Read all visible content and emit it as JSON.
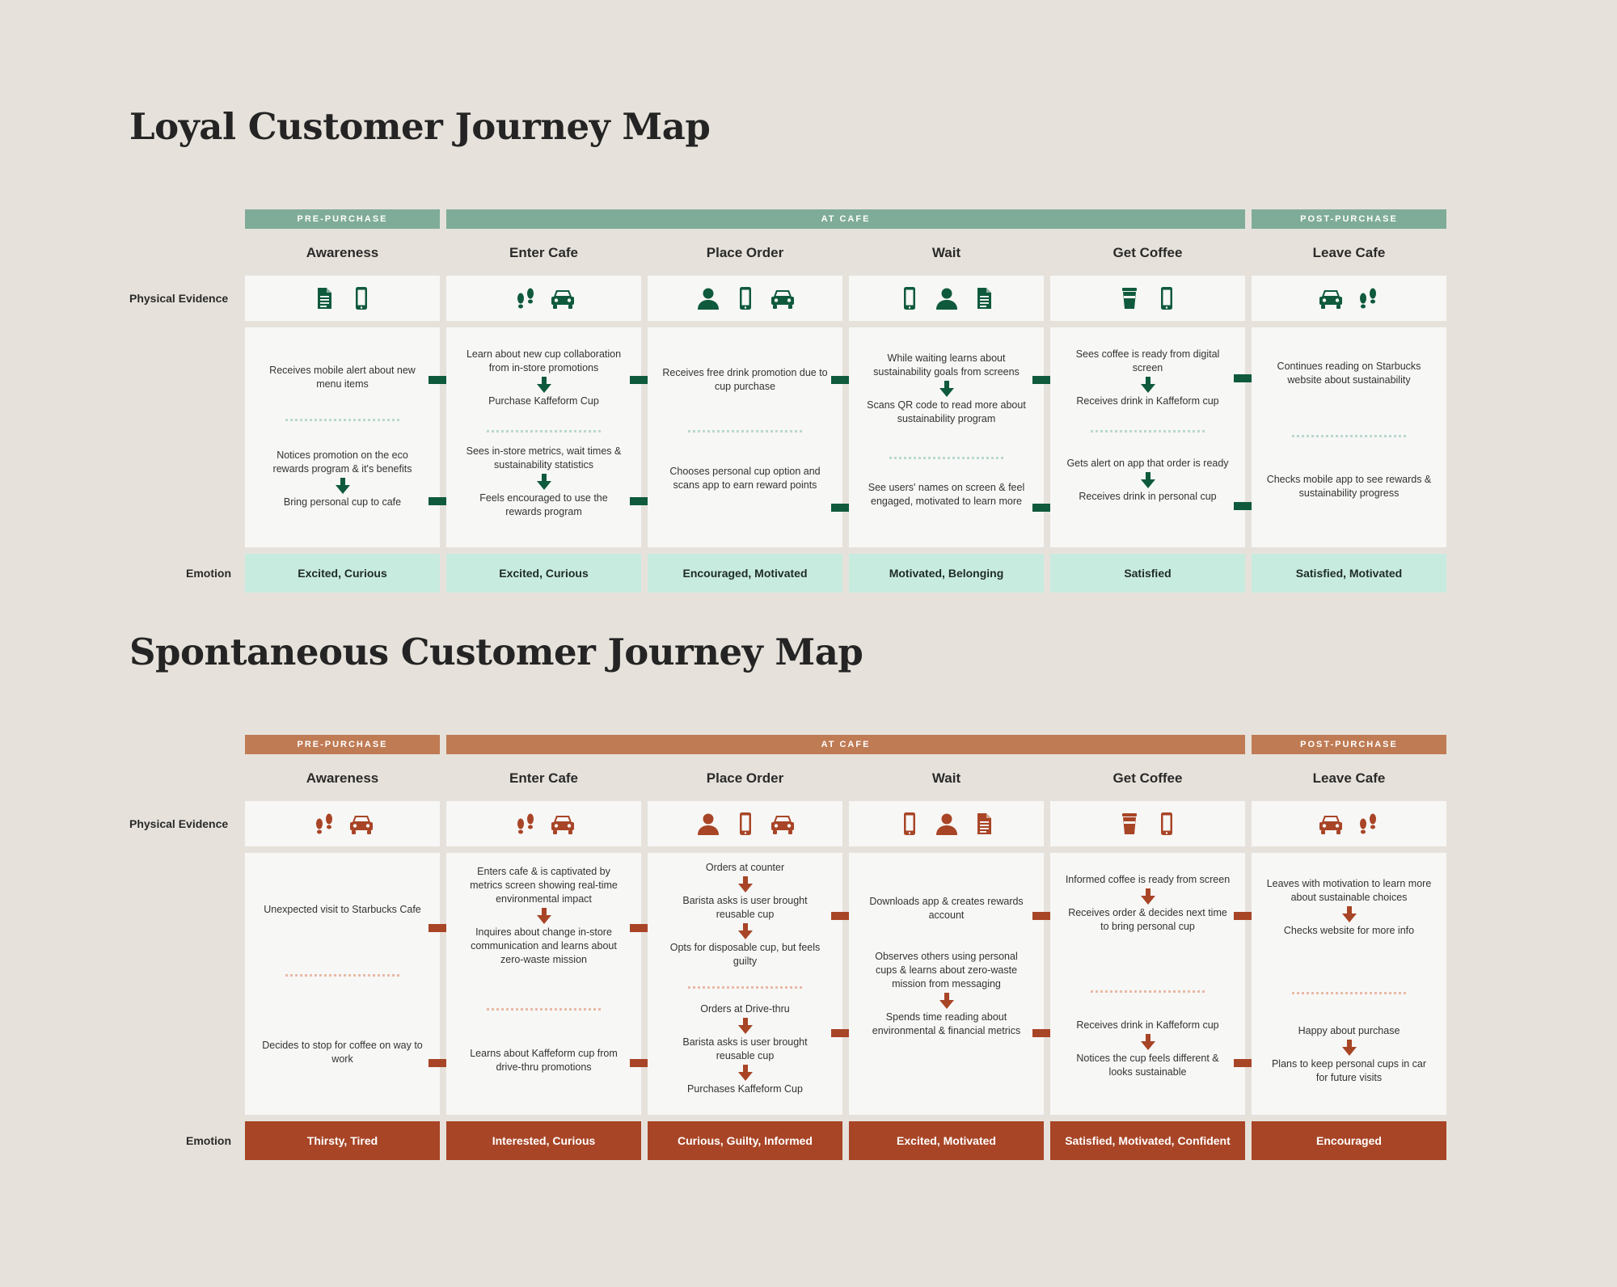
{
  "colors": {
    "loyal_phase": "#7fac98",
    "loyal_icon": "#0f5a3c",
    "loyal_emotion": "#c8ebe0",
    "spont_phase": "#bf7b54",
    "spont_icon": "#a84526",
    "spont_emotion": "#a84526"
  },
  "labels": {
    "physical_evidence": "Physical Evidence",
    "emotion": "Emotion"
  },
  "maps": [
    {
      "title": "Loyal Customer Journey Map",
      "phases": [
        "PRE-PURCHASE",
        "AT CAFE",
        "POST-PURCHASE"
      ],
      "stages": [
        "Awareness",
        "Enter Cafe",
        "Place Order",
        "Wait",
        "Get Coffee",
        "Leave Cafe"
      ],
      "evidence": [
        [
          "document-icon",
          "phone-icon"
        ],
        [
          "footprints-icon",
          "car-icon"
        ],
        [
          "person-icon",
          "phone-icon",
          "car-icon"
        ],
        [
          "phone-icon",
          "person-icon",
          "document-icon"
        ],
        [
          "cup-icon",
          "phone-icon"
        ],
        [
          "car-icon",
          "footprints-icon"
        ]
      ],
      "steps": [
        [
          [
            "Receives mobile alert about new menu items"
          ],
          [
            "Notices promotion on the eco rewards program & it's benefits",
            "Bring personal cup to cafe"
          ]
        ],
        [
          [
            "Learn about new cup collaboration from in-store promotions",
            "Purchase Kaffeform Cup"
          ],
          [
            "Sees in-store metrics, wait times & sustainability statistics",
            "Feels encouraged to use the rewards program"
          ]
        ],
        [
          [
            "Receives free drink promotion due to cup purchase"
          ],
          [
            "Chooses personal cup option and scans app to earn reward points"
          ]
        ],
        [
          [
            "While waiting learns about sustainability goals from screens",
            "Scans QR code to read more about sustainability program"
          ],
          [
            "See users' names on screen & feel engaged, motivated to learn more"
          ]
        ],
        [
          [
            "Sees coffee is ready from digital screen",
            "Receives drink in Kaffeform cup"
          ],
          [
            "Gets alert on app that order is ready",
            "Receives drink in personal cup"
          ]
        ],
        [
          [
            "Continues reading on Starbucks website about sustainability"
          ],
          [
            "Checks mobile app to see rewards & sustainability progress"
          ]
        ]
      ],
      "emotions": [
        "Excited, Curious",
        "Excited, Curious",
        "Encouraged, Motivated",
        "Motivated, Belonging",
        "Satisfied",
        "Satisfied, Motivated"
      ]
    },
    {
      "title": "Spontaneous Customer Journey Map",
      "phases": [
        "PRE-PURCHASE",
        "AT CAFE",
        "POST-PURCHASE"
      ],
      "stages": [
        "Awareness",
        "Enter Cafe",
        "Place Order",
        "Wait",
        "Get Coffee",
        "Leave Cafe"
      ],
      "evidence": [
        [
          "footprints-icon",
          "car-icon"
        ],
        [
          "footprints-icon",
          "car-icon"
        ],
        [
          "person-icon",
          "phone-icon",
          "car-icon"
        ],
        [
          "phone-icon",
          "person-icon",
          "document-icon"
        ],
        [
          "cup-icon",
          "phone-icon"
        ],
        [
          "car-icon",
          "footprints-icon"
        ]
      ],
      "steps": [
        [
          [
            "Unexpected visit to Starbucks Cafe"
          ],
          [
            "Decides to stop for coffee on way to work"
          ]
        ],
        [
          [
            "Enters cafe & is captivated by metrics screen showing real-time environmental impact",
            "Inquires about change in-store communication and learns about zero-waste mission"
          ],
          [
            "Learns about Kaffeform cup from drive-thru promotions"
          ]
        ],
        [
          [
            "Orders at counter",
            "Barista asks is user brought reusable cup",
            "Opts for disposable cup, but feels guilty"
          ],
          [
            "Orders at Drive-thru",
            "Barista asks is user brought reusable cup",
            "Purchases Kaffeform Cup"
          ]
        ],
        [
          [
            "Downloads app & creates rewards account"
          ],
          [
            "Observes others using personal cups & learns about zero-waste mission from messaging",
            "Spends time reading about environmental & financial metrics"
          ]
        ],
        [
          [
            "Informed coffee is ready from screen",
            "Receives order & decides next time to bring personal cup"
          ],
          [
            "Receives drink in Kaffeform cup",
            "Notices the cup feels different & looks sustainable"
          ]
        ],
        [
          [
            "Leaves with motivation to learn more about sustainable choices",
            "Checks website for more info"
          ],
          [
            "Happy about purchase",
            "Plans to keep personal cups in car for future visits"
          ]
        ]
      ],
      "emotions": [
        "Thirsty, Tired",
        "Interested, Curious",
        "Curious, Guilty, Informed",
        "Excited, Motivated",
        "Satisfied, Motivated, Confident",
        "Encouraged"
      ]
    }
  ]
}
